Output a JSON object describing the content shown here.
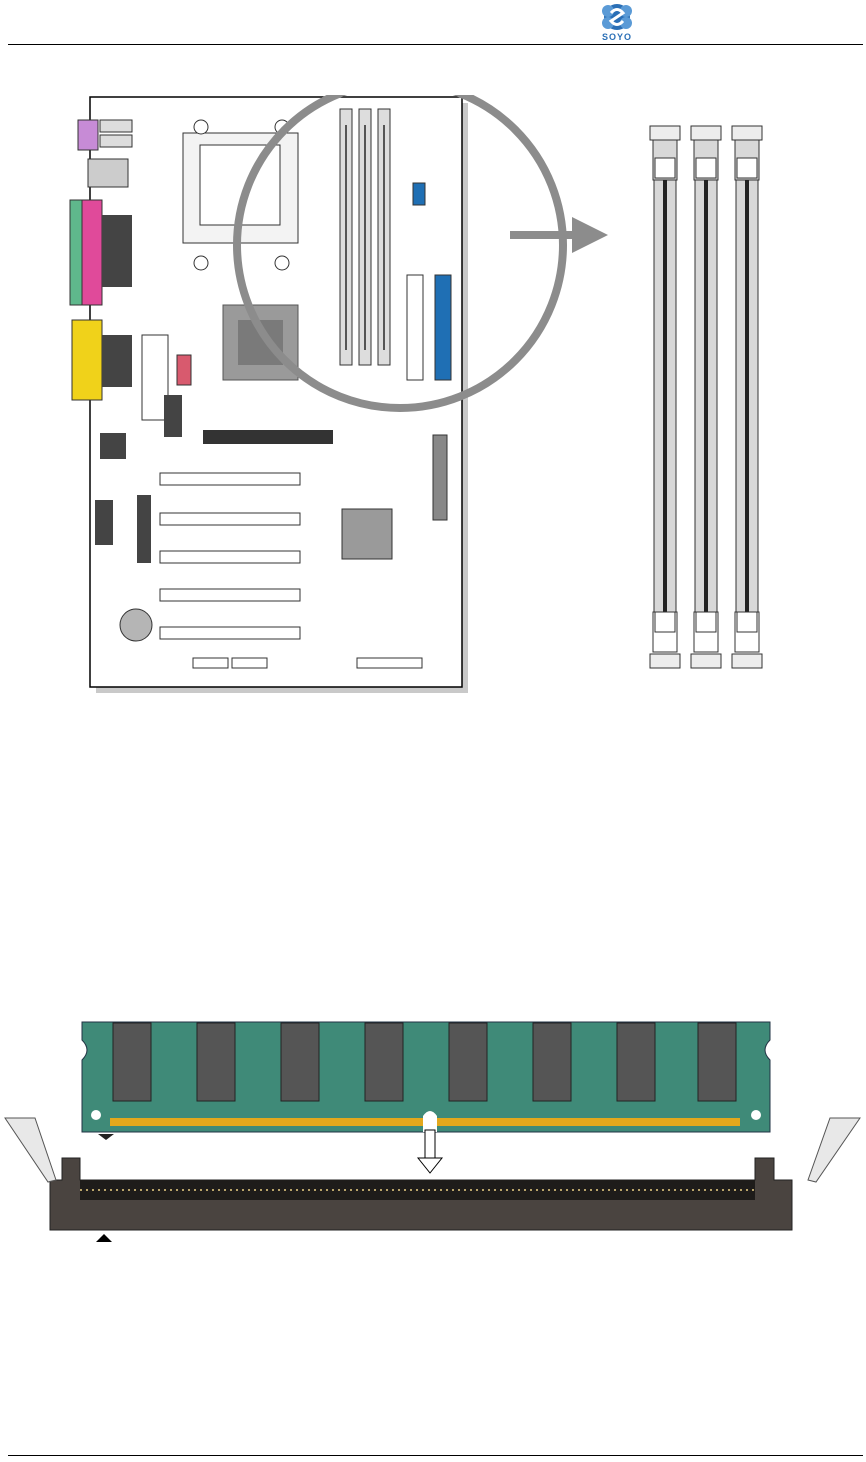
{
  "header": {
    "logo_text": "SOYO",
    "logo_color": "#2a6fb6"
  },
  "figures": {
    "motherboard": {
      "icon": "motherboard-layout-diagram"
    },
    "dimm_closeup": {
      "icon": "dimm-slots-closeup",
      "slot_count": 3
    },
    "module_install": {
      "icon": "dimm-module-insertion-diagram",
      "chip_count": 8
    }
  },
  "colors": {
    "pcb_green": "#3f8a78",
    "gold_pins": "#e3a81c",
    "slot_gray": "#d8d8d8",
    "ide_blue": "#1f6fb4",
    "serial_pink": "#e04a9a",
    "vga_yellow": "#f0d21a",
    "circle_gray": "#8c8c8c",
    "socket_brown": "#4a4440"
  }
}
